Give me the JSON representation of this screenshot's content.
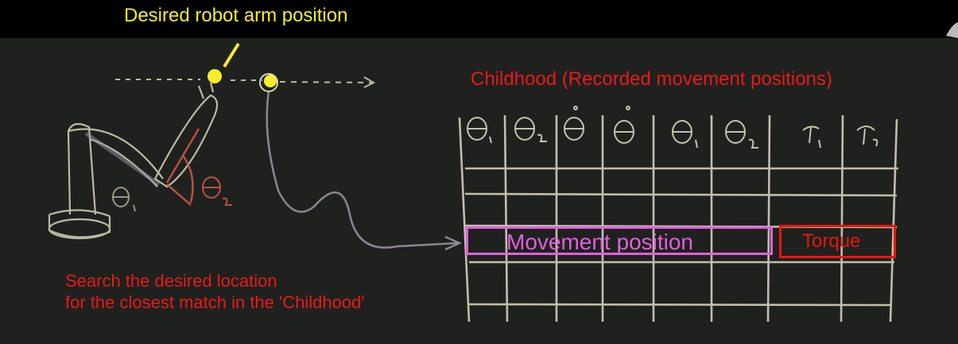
{
  "annotations": {
    "title": "Desired robot arm position",
    "childhood": "Childhood (Recorded movement positions)",
    "search_line1": "Search the desired location",
    "search_line2": "for the closest match in the 'Childhood'",
    "movement_box": "Movement position",
    "torque_box": "Torque"
  },
  "colors": {
    "yellow": "#f4ef2a",
    "red": "#e81a1a",
    "magenta": "#e25ee0",
    "chalk": "#d8d4bf",
    "board": "#1f211e"
  }
}
